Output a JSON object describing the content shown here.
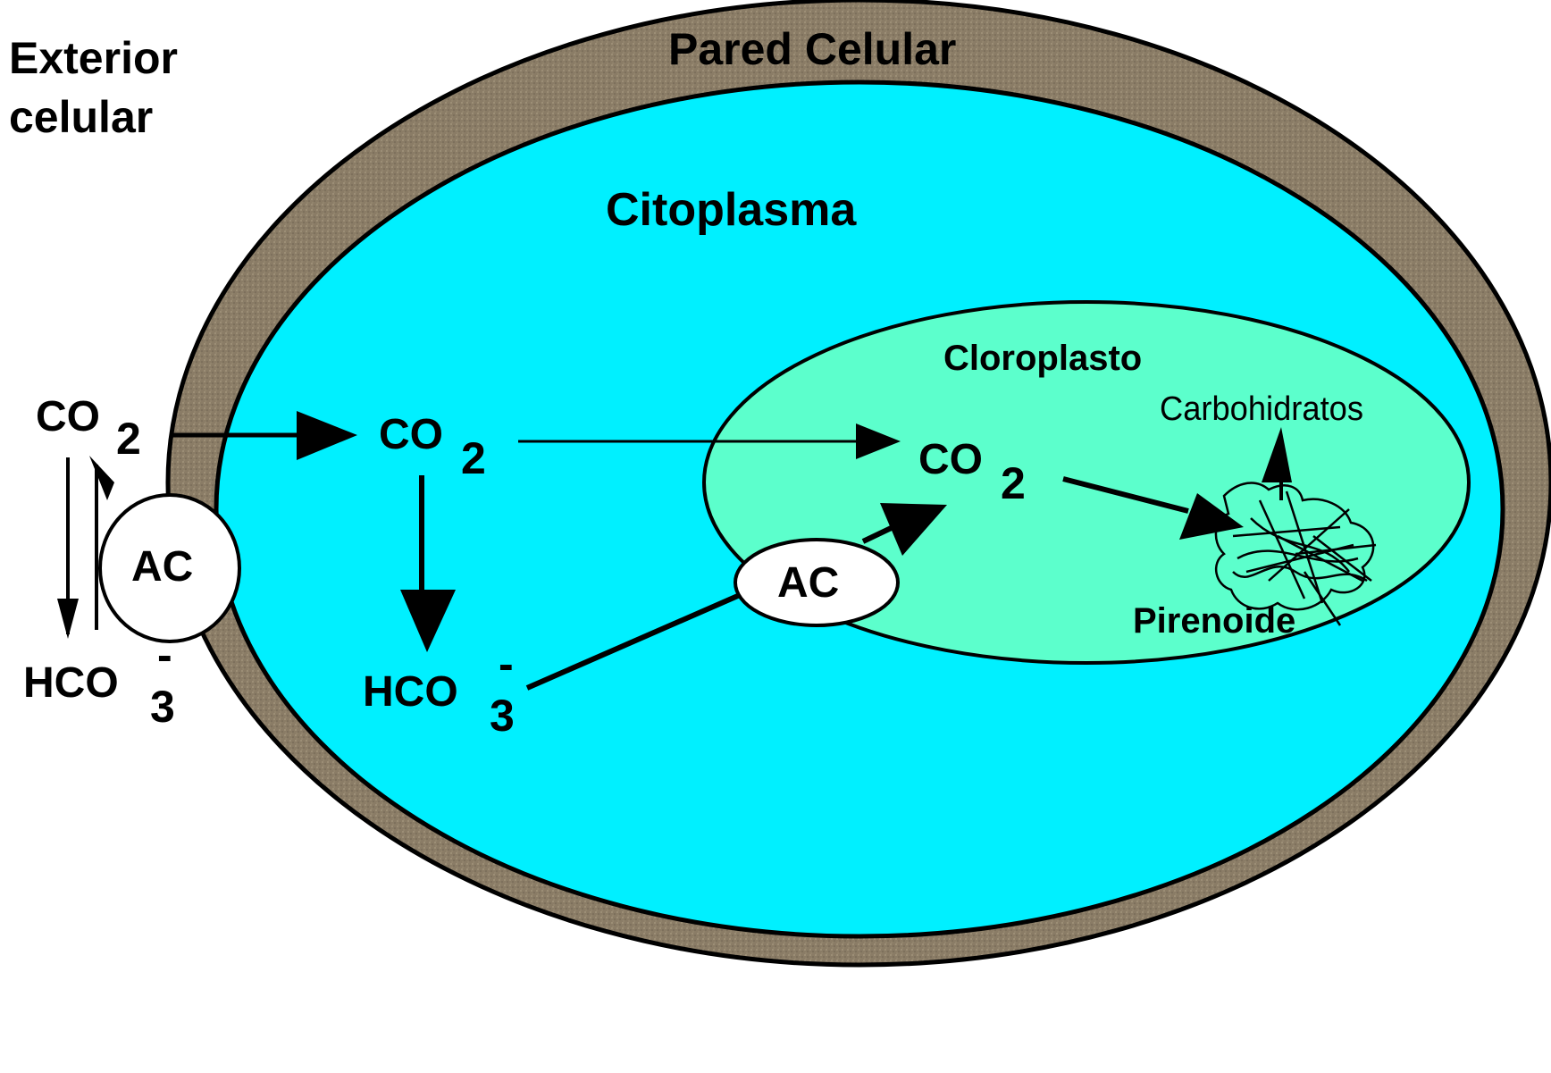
{
  "labels": {
    "exterior_line1": "Exterior",
    "exterior_line2": "celular",
    "pared": "Pared Celular",
    "citoplasma": "Citoplasma",
    "cloroplasto": "Cloroplasto",
    "carbohidratos": "Carbohidratos",
    "pirenoide": "Pirenoide"
  },
  "molecules": {
    "co2_main": "CO",
    "co2_sub": "2",
    "hco3_main": "HCO",
    "hco3_sub": "3",
    "hco3_charge": "-"
  },
  "enzymes": {
    "ac_outer": "AC",
    "ac_inner": "AC"
  },
  "colors": {
    "wall": "#8a7c66",
    "cytoplasm": "#00f0ff",
    "chloroplast": "#5cffcc",
    "enzyme_fill": "#ffffff",
    "outline": "#000000"
  }
}
